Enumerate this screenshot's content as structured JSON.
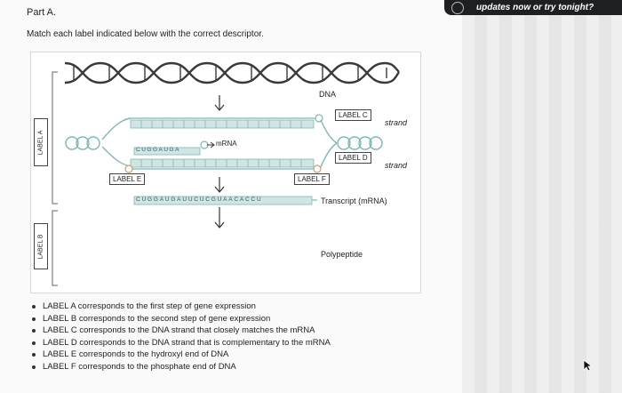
{
  "page": {
    "part_title": "Part A.",
    "instruction": "Match each label indicated below with the correct descriptor."
  },
  "notification": {
    "text": "updates now or try tonight?"
  },
  "diagram": {
    "dna_label": "DNA",
    "label_a": "LABEL A",
    "label_b": "LABEL B",
    "label_c": "LABEL C",
    "label_d": "LABEL D",
    "label_e": "LABEL E",
    "label_f": "LABEL F",
    "strand_top": "strand",
    "strand_bottom": "strand",
    "mrna_label": "mRNA",
    "transcript_label": "Transcript (mRNA)",
    "polypeptide_label": "Polypeptide",
    "mrna_bases": "CUGGAUGA",
    "transcript_bases": "CUGGAUGAUUCUCGUAACACCU"
  },
  "descriptors": [
    "LABEL A corresponds to the first step of gene expression",
    "LABEL B corresponds to the second step of gene expression",
    "LABEL C corresponds to the DNA strand that closely matches the mRNA",
    "LABEL D corresponds to the DNA strand that is complementary to the mRNA",
    "LABEL E corresponds to the hydroxyl end of DNA",
    "LABEL F corresponds to the phosphate end of DNA"
  ],
  "colors": {
    "dna_backbone": "#3a3a3a",
    "strand_teal": "#7fb7b4",
    "base_fill": "#cfe6e4",
    "label_border": "#444444",
    "notification_bg": "#1d1f22"
  },
  "icons": {
    "notification": "app-icon",
    "cursor": "mouse-pointer-icon"
  }
}
